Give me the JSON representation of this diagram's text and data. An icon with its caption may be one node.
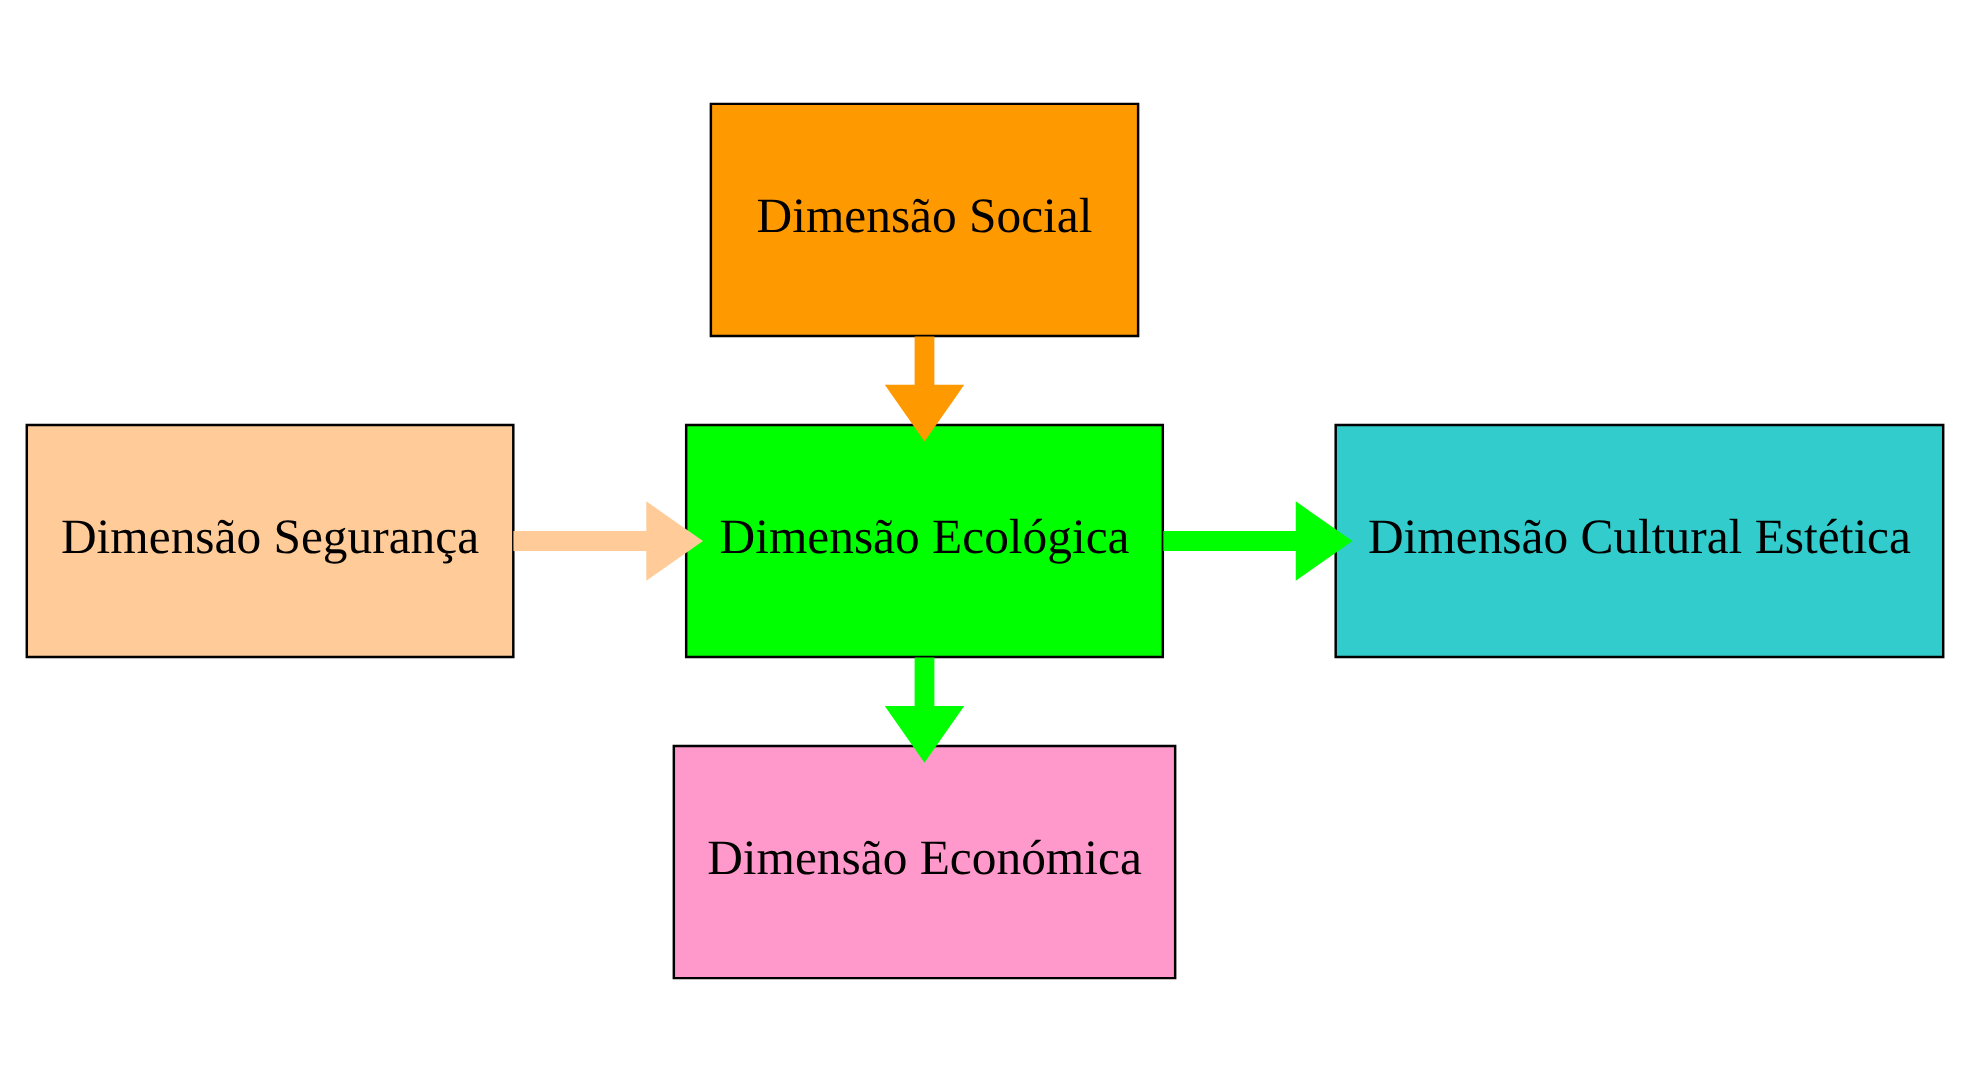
{
  "diagram": {
    "nodes": [
      {
        "text": [
          "Dimensão Social"
        ]
      },
      {
        "text": [
          "Dimensão Segurança"
        ]
      },
      {
        "text": [
          "Dimensão Ecológica"
        ]
      },
      {
        "text": [
          "Dimensão Cultural Estética"
        ]
      },
      {
        "text": [
          "Dimensão Económica"
        ]
      }
    ],
    "edges": [
      {
        "from": 0,
        "to": 2,
        "arrow": "to",
        "color": "#ff9900"
      },
      {
        "from": 1,
        "to": 2,
        "arrow": "to",
        "color": "#ffcc99"
      },
      {
        "from": 2,
        "to": 3,
        "arrow": "to"
      },
      {
        "from": 2,
        "to": 4,
        "arrow": "to"
      }
    ]
  }
}
